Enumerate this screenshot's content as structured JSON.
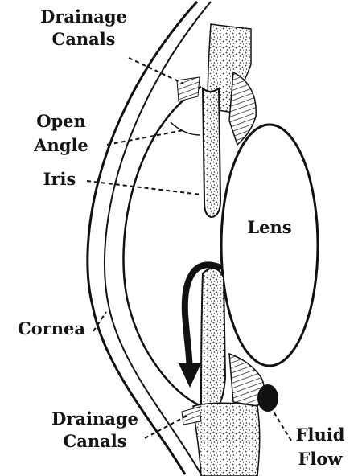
{
  "labels": {
    "drainage_canals_top_line1": "Drainage",
    "drainage_canals_top_line2": "Canals",
    "open_angle_line1": "Open",
    "open_angle_line2": "Angle",
    "iris": "Iris",
    "lens": "Lens",
    "cornea": "Cornea",
    "drainage_canals_bottom_line1": "Drainage",
    "drainage_canals_bottom_line2": "Canals",
    "fluid_flow_line1": "Fluid",
    "fluid_flow_line2": "Flow"
  },
  "colors": {
    "ink": "#141414",
    "background": "#ffffff"
  }
}
